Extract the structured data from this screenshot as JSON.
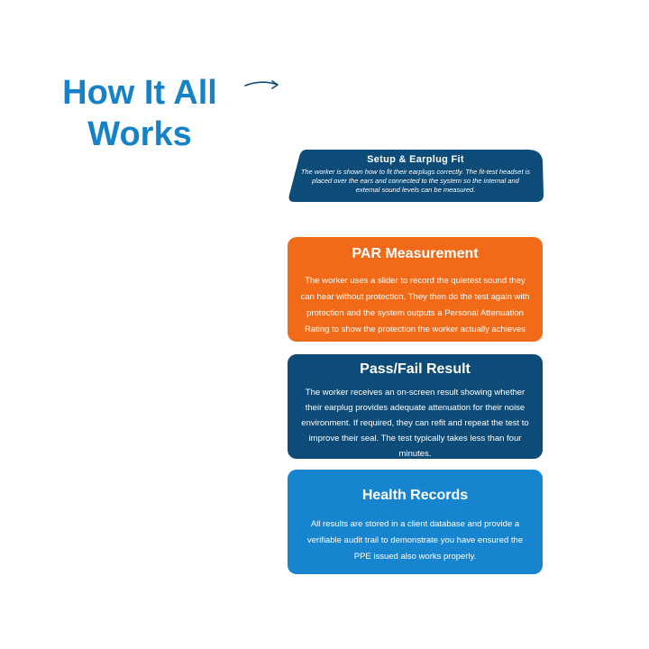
{
  "heading": "How It All Works",
  "colors": {
    "title": "#1582c8",
    "navy": "#0d4b78",
    "orange": "#f26a17",
    "blue": "#1684cf",
    "card_text": "#ffffff"
  },
  "icons": {
    "arrow": "right-arrow-icon"
  },
  "steps": [
    {
      "title": "Setup & Earplug Fit",
      "body": "The worker is shown how to fit their earplugs correctly. The fit-test headset is placed over the ears and connected to the system so the internal and external sound levels can be measured."
    },
    {
      "title": "PAR Measurement",
      "body": "The worker uses a slider to record the quietest sound they can hear without protection. They then do the test again with protection and the system outputs a Personal Attenuation Rating to show the protection the worker actually achieves with their earplug."
    },
    {
      "title": "Pass/Fail Result",
      "body": "The worker receives an on-screen result showing whether their earplug provides adequate attenuation for their noise environment. If required, they can refit and repeat the test to improve their seal. The test typically takes less than four minutes."
    },
    {
      "title": "Health Records",
      "body": "All results are stored in a client database and provide a verifiable audit trail to demonstrate you have ensured the PPE issued also works properly."
    }
  ]
}
